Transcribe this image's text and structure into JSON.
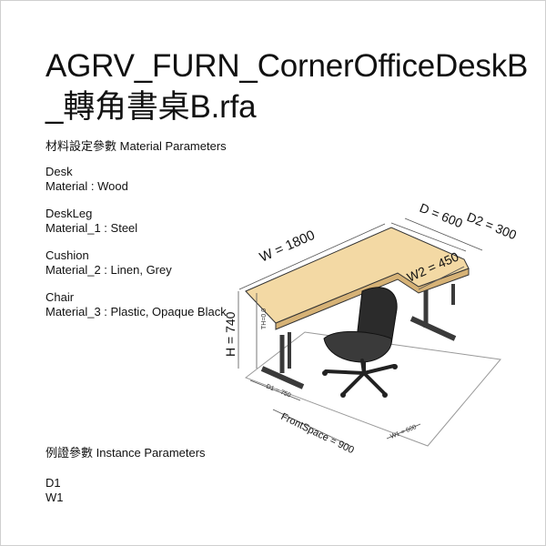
{
  "title": {
    "line1": "AGRV_FURN_CornerOfficeDeskB",
    "line2": "_轉角書桌B.rfa"
  },
  "material_section": {
    "heading": "材料設定參數 Material Parameters",
    "groups": [
      {
        "name": "Desk",
        "parameter": "Material :  Wood"
      },
      {
        "name": "DeskLeg",
        "parameter": "Material_1 :  Steel"
      },
      {
        "name": "Cushion",
        "parameter": "Material_2 :  Linen, Grey"
      },
      {
        "name": "Chair",
        "parameter": "Material_3 :  Plastic, Opaque Black"
      }
    ]
  },
  "instance_section": {
    "heading": "例證參數 Instance Parameters",
    "items": [
      "D1",
      "W1"
    ]
  },
  "dimensions": {
    "w": "W = 1800",
    "d": "D = 600",
    "d2": "D2 = 300",
    "w2": "W2 = 450",
    "h": "H = 740",
    "th": "TH=0.0",
    "d1": "D1 = 750",
    "front_space": "FrontSpace = 900",
    "w1": "W1 = 600"
  },
  "colors": {
    "desk_top": "#f3d9a4",
    "desk_edge": "#d6b276",
    "leg": "#3a3a3a",
    "chair": "#2b2b2b",
    "outline": "#333333"
  }
}
